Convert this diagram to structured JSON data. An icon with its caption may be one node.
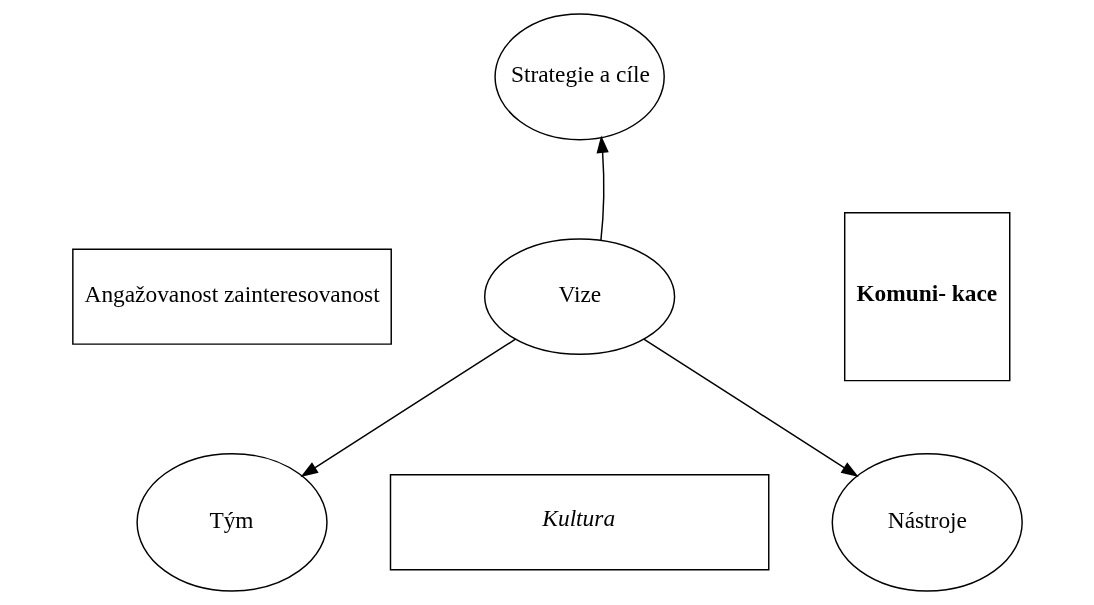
{
  "diagram": {
    "nodes": [
      {
        "text": [
          "Strategie a cíle"
        ]
      },
      {
        "text": [
          "Angažovanost zainteresovanost"
        ]
      },
      {
        "text": [
          "Vize"
        ]
      },
      {
        "text": [
          "Komuni- kace"
        ]
      },
      {
        "text": [
          "Tým"
        ]
      },
      {
        "text": [
          "Kultura"
        ]
      },
      {
        "text": [
          "Nástroje"
        ]
      }
    ],
    "edges": [
      {
        "from": 2,
        "to": 0,
        "arrow": "to"
      },
      {
        "from": 2,
        "to": 4,
        "arrow": "to"
      },
      {
        "from": 2,
        "to": 6,
        "arrow": "to"
      }
    ]
  }
}
